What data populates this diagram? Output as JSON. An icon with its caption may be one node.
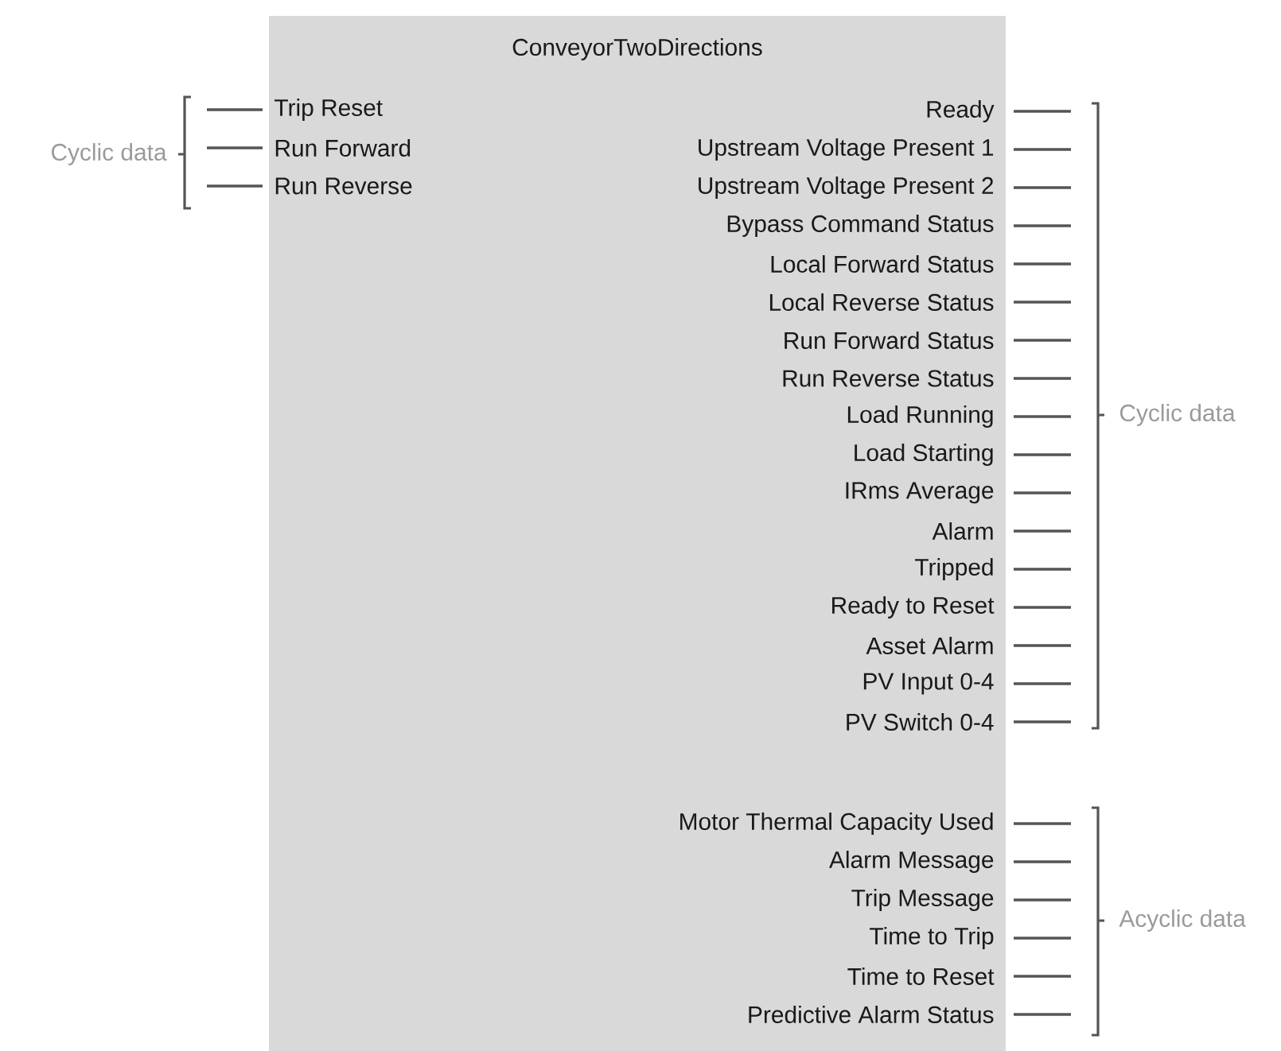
{
  "diagram": {
    "nodes": [
      {
        "text": [
          "ConveyorTwoDirections"
        ]
      }
    ],
    "labels": [
      "Cyclic data",
      "Trip Reset",
      "Run Forward",
      "Run Reverse",
      "Ready",
      "Upstream Voltage Present 1",
      "Upstream Voltage Present 2",
      "Bypass Command Status",
      "Local Forward Status",
      "Local Reverse Status",
      "Run Forward Status",
      "Run Reverse Status",
      "Load Running",
      "Load Starting",
      "IRms Average",
      "Alarm",
      "Tripped",
      "Ready to Reset",
      "Asset Alarm",
      "PV Input 0-4",
      "PV Switch 0-4",
      "Cyclic data",
      "Motor Thermal Capacity Used",
      "Alarm Message",
      "Trip Message",
      "Time to Trip",
      "Time to Reset",
      "Predictive Alarm Status",
      "Acyclic data"
    ]
  }
}
